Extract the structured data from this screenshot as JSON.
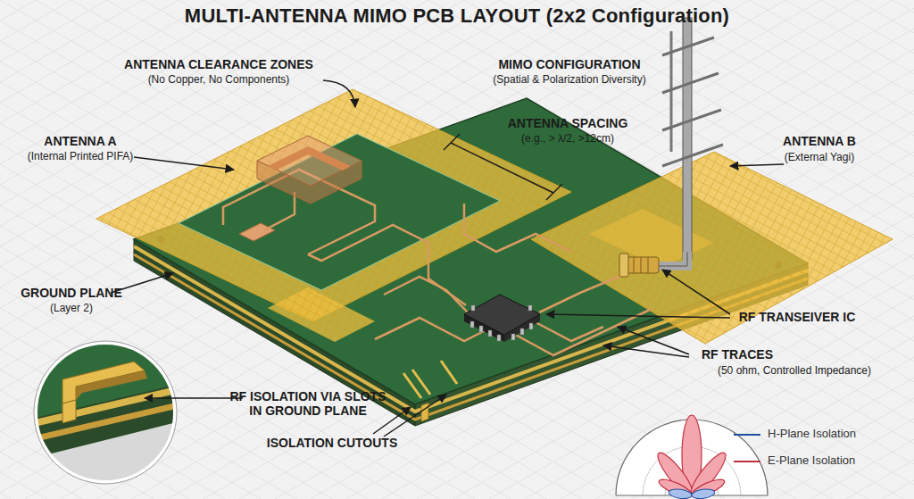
{
  "diagram": {
    "title": "MULTI-ANTENNA MIMO PCB LAYOUT (2x2 Configuration)",
    "labels": [
      "ANTENNA CLEARANCE ZONES",
      "(No Copper, No Components)",
      "ANTENNA A",
      "(Internal Printed PIFA)",
      "MIMO CONFIGURATION",
      "(Spatial & Polarization Diversity)",
      "ANTENNA SPACING",
      "(e.g., > λ/2, >12cm)",
      "ANTENNA B",
      "(External Yagi)",
      "GROUND PLANE",
      "(Layer 2)",
      "RF TRANSEIVER IC",
      "RF TRACES",
      "(50 ohm, Controlled Impedance)",
      "RF ISOLATION VIA SLOTS IN GROUND PLANE",
      "ISOLATION CUTOUTS"
    ],
    "legend": [
      {
        "text": "H-Plane Isolation"
      },
      {
        "text": "E-Plane Isolation"
      }
    ]
  }
}
